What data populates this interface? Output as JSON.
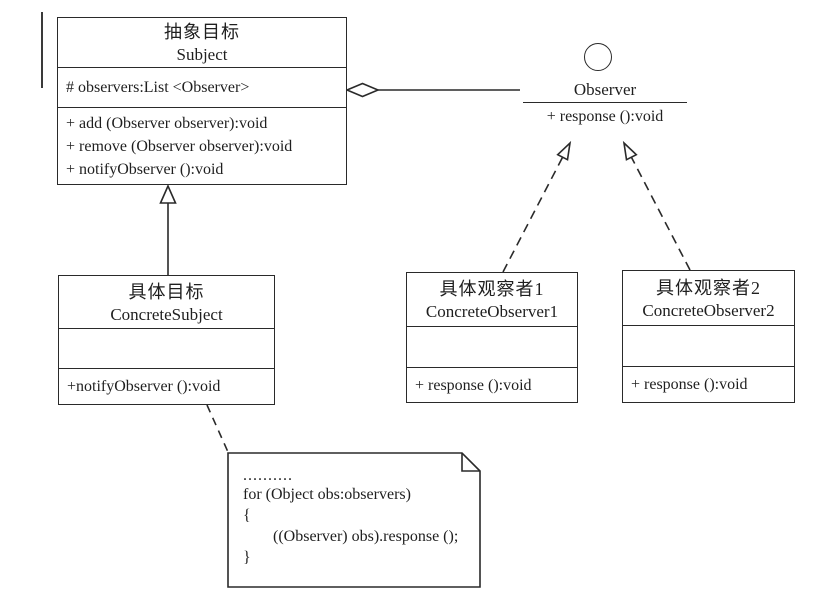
{
  "diagram_title": "Observer pattern UML class diagram",
  "classes": {
    "subject": {
      "name_cn": "抽象目标",
      "name_en": "Subject",
      "attributes": [
        "# observers:List <Observer>"
      ],
      "methods": [
        "+ add (Observer observer):void",
        "+ remove (Observer observer):void",
        "+ notifyObserver ():void"
      ]
    },
    "concrete_subject": {
      "name_cn": "具体目标",
      "name_en": "ConcreteSubject",
      "attributes": [],
      "methods": [
        "+notifyObserver ():void"
      ]
    },
    "concrete_observer1": {
      "name_cn": "具体观察者1",
      "name_en": "ConcreteObserver1",
      "attributes": [],
      "methods": [
        "+ response ():void"
      ]
    },
    "concrete_observer2": {
      "name_cn": "具体观察者2",
      "name_en": "ConcreteObserver2",
      "attributes": [],
      "methods": [
        "+ response ():void"
      ]
    }
  },
  "interface": {
    "name": "Observer",
    "method": "+ response ():void"
  },
  "note": {
    "lines": [
      "..........",
      "for (Object obs:observers)",
      "{",
      "((Observer) obs).response ();",
      "}"
    ]
  },
  "relationships": [
    "Subject o— Observer (aggregation)",
    "ConcreteSubject —▷ Subject (generalization)",
    "ConcreteObserver1 --▷ Observer (realization)",
    "ConcreteObserver2 --▷ Observer (realization)",
    "ConcreteSubject -- note (anchor)"
  ],
  "colors": {
    "line": "#2a2a2a",
    "text": "#1f1f1f",
    "background": "#ffffff"
  }
}
